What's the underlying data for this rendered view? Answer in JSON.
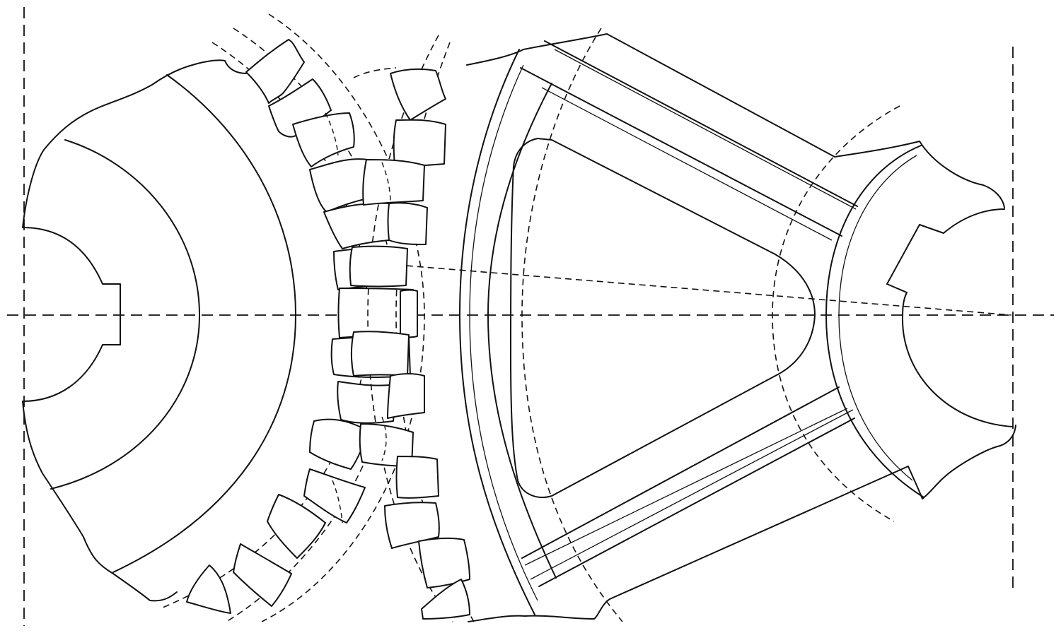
{
  "drawing": {
    "subject": "",
    "colors": {
      "ink": "#111111",
      "paper": "#ffffff"
    },
    "parts": [
      {
        "name": "left-spur-gear"
      },
      {
        "name": "right-spoked-gear"
      }
    ],
    "line_styles": [
      "solid-outline",
      "hidden-dashed",
      "center-line"
    ]
  }
}
